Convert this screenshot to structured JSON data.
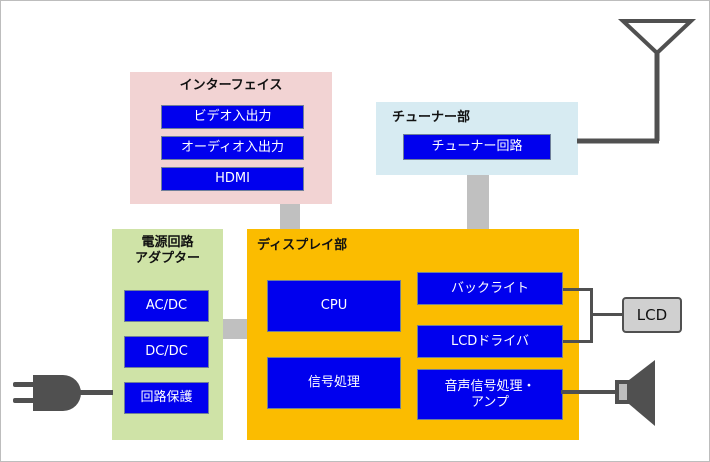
{
  "interface": {
    "title": "インターフェイス",
    "items": [
      "ビデオ入出力",
      "オーディオ入出力",
      "HDMI"
    ]
  },
  "tuner": {
    "title": "チューナー部",
    "item": "チューナー回路"
  },
  "power": {
    "title": "電源回路\nアダプター",
    "items": [
      "AC/DC",
      "DC/DC",
      "回路保護"
    ]
  },
  "display": {
    "title": "ディスプレイ部",
    "cpu": "CPU",
    "signal": "信号処理",
    "backlight": "バックライト",
    "lcd_driver": "LCDドライバ",
    "audio": "音声信号処理・\nアンプ"
  },
  "lcd_panel": "LCD",
  "colors": {
    "interface_bg": "#f2d3d3",
    "tuner_bg": "#d7ebf2",
    "power_bg": "#cfe3a7",
    "display_bg": "#fbbc00",
    "block_blue": "#0000ee",
    "connector_gray": "#c0c0c0",
    "line_dark": "#505050"
  },
  "icons": [
    "antenna-icon",
    "power-plug-icon",
    "speaker-icon"
  ]
}
